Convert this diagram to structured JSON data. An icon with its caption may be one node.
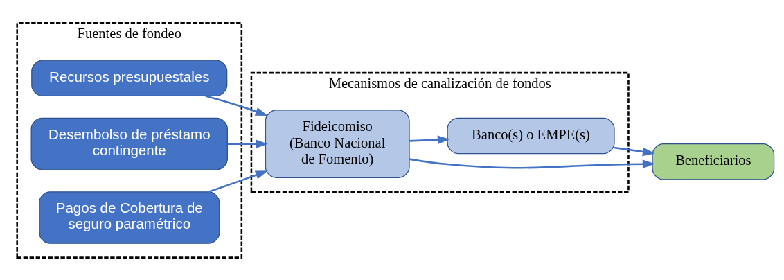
{
  "diagram": {
    "nodes": [
      {
        "text": [
          "Fuentes de fondeo"
        ]
      },
      {
        "text": [
          "Recursos presupuestales"
        ],
        "in": 0
      },
      {
        "text": [
          "Desembolso de préstamo contingente"
        ],
        "in": 0
      },
      {
        "text": [
          "Pagos de Cobertura de seguro paramétrico"
        ],
        "in": 0
      },
      {
        "text": [
          "Mecanismos de canalización de fondos"
        ]
      },
      {
        "text": [
          "Fideicomiso (Banco Nacional de Fomento)"
        ],
        "in": 4
      },
      {
        "text": [
          "Banco(s) o EMPE(s)"
        ],
        "in": 4
      },
      {
        "text": [
          "Beneficiarios"
        ]
      }
    ],
    "edges": [
      {
        "from": 1,
        "to": 5,
        "arrow": "to"
      },
      {
        "from": 2,
        "to": 5,
        "arrow": "to"
      },
      {
        "from": 3,
        "to": 5,
        "arrow": "to"
      },
      {
        "from": 5,
        "to": 6,
        "arrow": "to"
      },
      {
        "from": 6,
        "to": 7,
        "arrow": "to"
      },
      {
        "from": 5,
        "to": 7,
        "arrow": "to"
      }
    ]
  }
}
